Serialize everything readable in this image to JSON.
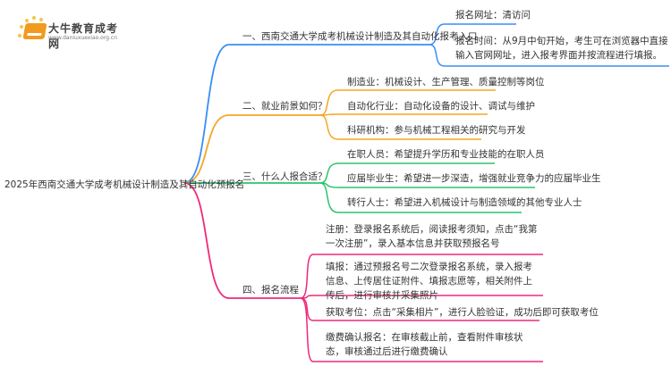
{
  "logo": {
    "name": "大牛教育成考网",
    "url": "www.daniuxuexiao.org.cn"
  },
  "colors": {
    "b1": "#3b8ef3",
    "b2": "#f5a623",
    "b3": "#2bc46f",
    "b4": "#f0287a"
  },
  "root": "2025年西南交通大学成考机械设计制造及其自动化预报名",
  "branches": [
    {
      "label": "一、西南交通大学成考机械设计制造及其自动化报考入口",
      "items": [
        "报名网址：清访问",
        "报名时间：从9月中旬开始，考生可在浏览器中直接输入官网网址，进入报考界面并按流程进行填报。"
      ]
    },
    {
      "label": "二、就业前景如何？",
      "items": [
        "制造业：机械设计、生产管理、质量控制等岗位",
        "自动化行业：自动化设备的设计、调试与维护",
        "科研机构：参与机械工程相关的研究与开发"
      ]
    },
    {
      "label": "三、什么人报合适？",
      "items": [
        "在职人员：希望提升学历和专业技能的在职人员",
        "应届毕业生：希望进一步深造，增强就业竞争力的应届毕业生",
        "转行人士：希望进入机械设计与制造领域的其他专业人士"
      ]
    },
    {
      "label": "四、报名流程",
      "items": [
        "注册：登录报名系统后，阅读报考须知，点击“我第一次注册”，录入基本信息并获取预报名号",
        "填报：通过预报名号二次登录报名系统，录入报考信息、上传居住证附件、填报志愿等，相关附件上传后，进行审核并采集照片",
        "获取考位：点击“采集相片”，进行人脸验证，成功后即可获取考位",
        "缴费确认报名：在审核截止前，查看附件审核状态，审核通过后进行缴费确认"
      ]
    }
  ]
}
